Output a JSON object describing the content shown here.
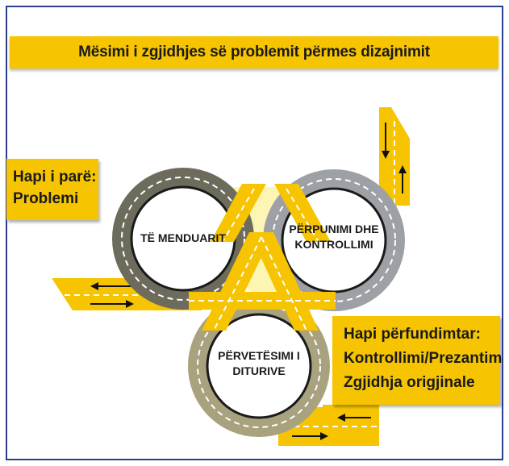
{
  "title": "Mësimi i zgjidhjes së problemit përmes dizajnimit",
  "step_first": {
    "line1": "Hapi i parë:",
    "line2": "Problemi"
  },
  "step_final": {
    "line1": "Hapi përfundimtar:",
    "line2": "Kontrollimi/Prezantim",
    "line3": "Zgjidhja origjinale"
  },
  "circles": {
    "left": "TË MENDUARIT",
    "right_line1": "PËRPUNIMI DHE",
    "right_line2": "KONTROLLIMI",
    "bottom_line1": "PËRVETËSIMI I",
    "bottom_line2": "DITURIVE"
  },
  "colors": {
    "border": "#2c3e8f",
    "road_yellow": "#f6c400",
    "ring_dark": "#6d6c5c",
    "ring_light": "#9da0a5",
    "ring_bottom": "#a8a27e",
    "glow": "#fbf3a6"
  }
}
